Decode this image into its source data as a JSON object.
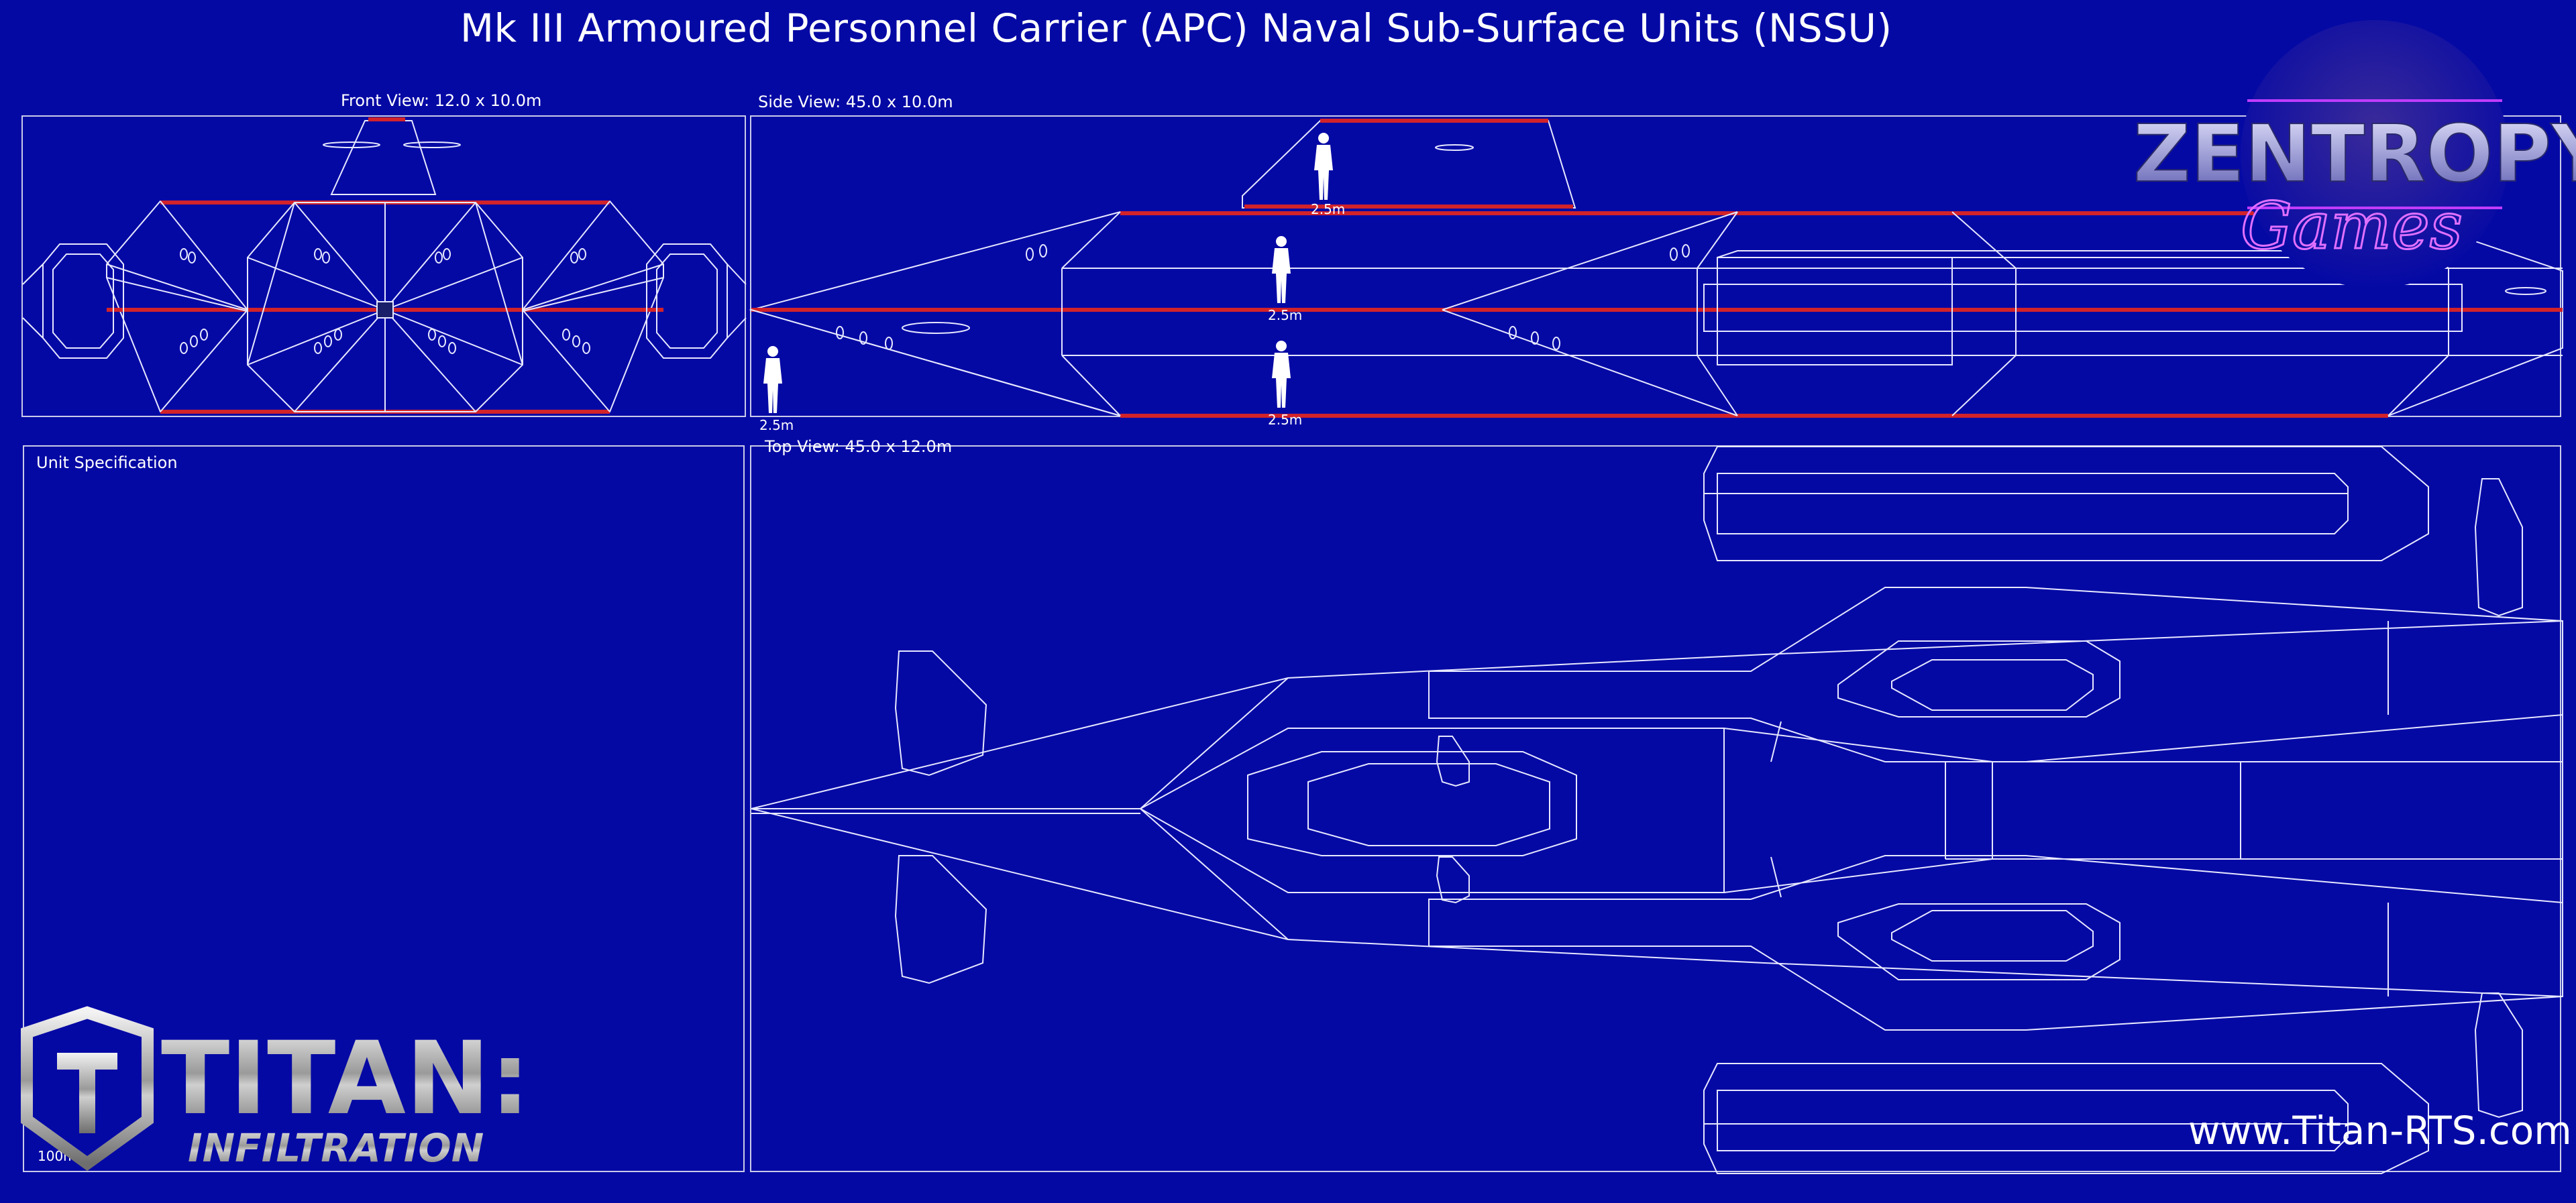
{
  "page": {
    "title": "Mk III Armoured Personnel Carrier (APC) Naval Sub-Surface Units (NSSU)",
    "url": "www.Titan-RTS.com",
    "scale_label": "100m"
  },
  "panels": {
    "front": {
      "label": "Front View: 12.0 x 10.0m"
    },
    "side": {
      "label": "Side View: 45.0 x 10.0m"
    },
    "spec": {
      "label": "Unit Specification"
    },
    "top": {
      "label": "Top View: 45.0 x 12.0m"
    }
  },
  "humans": [
    {
      "label": "2.5m"
    },
    {
      "label": "2.5m"
    },
    {
      "label": "2.5m"
    },
    {
      "label": "2.5m"
    }
  ],
  "logos": {
    "titan": {
      "line1": "TITAN:",
      "line2": "INFILTRATION"
    },
    "zentropy": {
      "line1": "ZENTROPY",
      "line2": "Games"
    }
  },
  "colors": {
    "background": "#0509a4",
    "line": "#e6e8ff",
    "accent_red": "#d2232a"
  }
}
